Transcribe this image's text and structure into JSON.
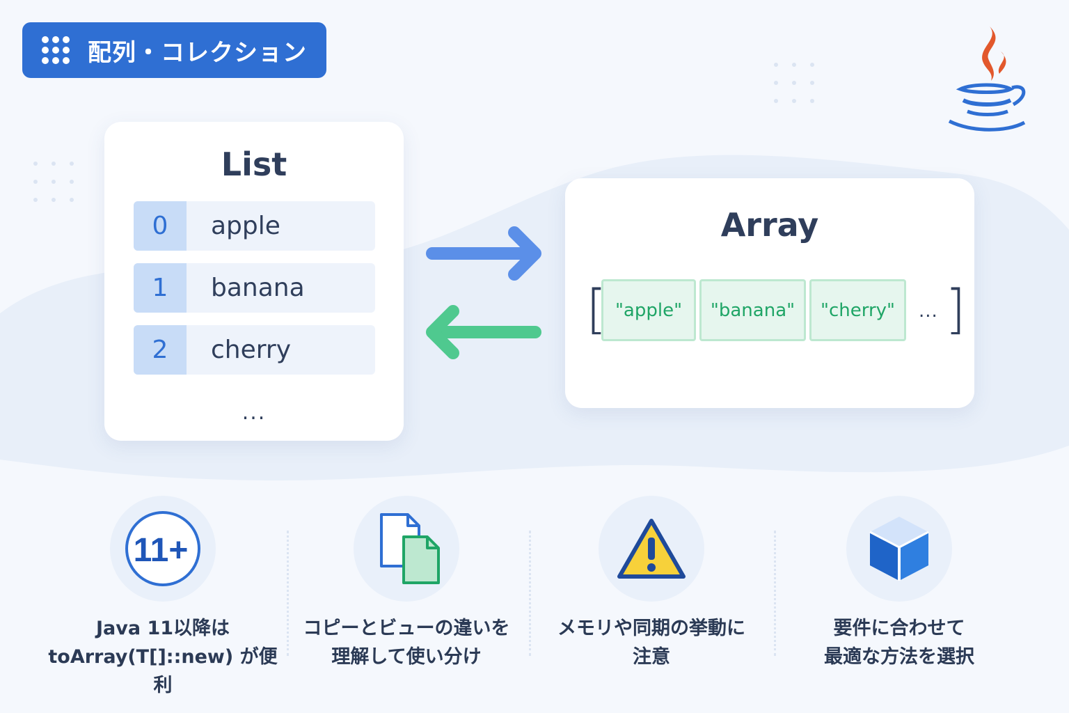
{
  "header": {
    "title": "配列・コレクション"
  },
  "list_card": {
    "title": "List",
    "items": [
      {
        "index": "0",
        "value": "apple"
      },
      {
        "index": "1",
        "value": "banana"
      },
      {
        "index": "2",
        "value": "cherry"
      }
    ],
    "ellipsis": "..."
  },
  "array_card": {
    "title": "Array",
    "open_bracket": "[",
    "close_bracket": "]",
    "cells": [
      "\"apple\"",
      "\"banana\"",
      "\"cherry\""
    ],
    "ellipsis": "..."
  },
  "features": [
    {
      "icon": "java-11-badge-icon",
      "badge": "11+",
      "line1": "Java 11以降は",
      "line2": "toArray(T[]::new) が便利"
    },
    {
      "icon": "copy-documents-icon",
      "line1": "コピーとビューの違いを",
      "line2": "理解して使い分け"
    },
    {
      "icon": "warning-icon",
      "line1": "メモリや同期の挙動に",
      "line2": "注意"
    },
    {
      "icon": "cube-icon",
      "line1": "要件に合わせて",
      "line2": "最適な方法を選択"
    }
  ],
  "colors": {
    "accent_blue": "#2f6fd3",
    "list_to_array_arrow": "#5b8fe8",
    "array_to_list_arrow": "#4fc98f",
    "array_text_green": "#1fa566",
    "warning_yellow": "#f7d13a"
  }
}
